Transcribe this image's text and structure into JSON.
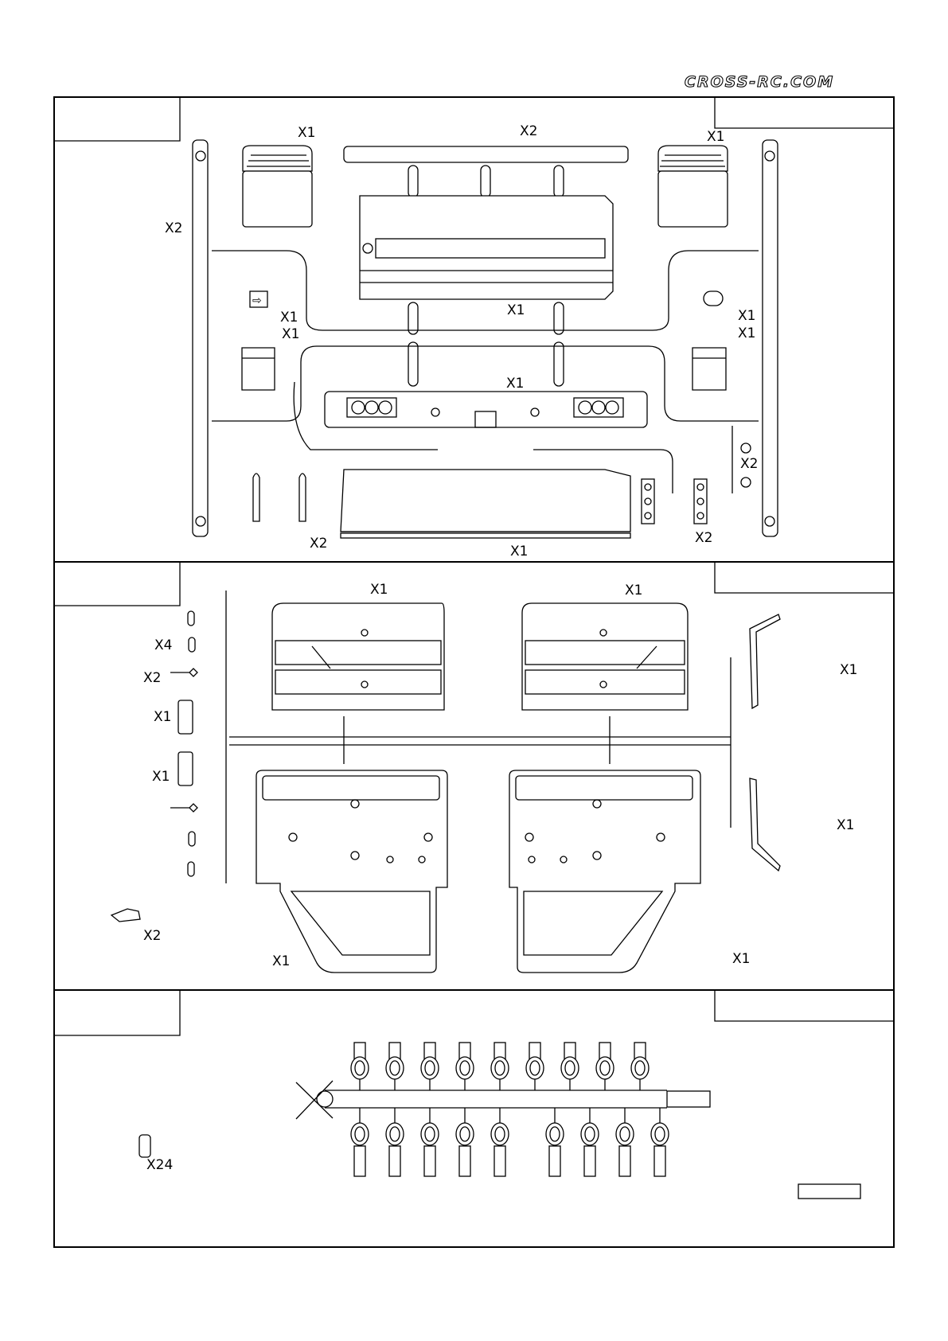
{
  "header": {
    "logo": "CROSS-RC.COM"
  },
  "section1": {
    "qty": {
      "side_rail_left": "X2",
      "light_left": "X1",
      "bar_top": "X2",
      "light_right": "X1",
      "clip_left_a": "X1",
      "clip_left_b": "X1",
      "panel": "X1",
      "clip_right_a": "X1",
      "clip_right_b": "X1",
      "bumper": "X1",
      "nut_right": "X2",
      "hook": "X2",
      "plate": "X1",
      "mount_right": "X2"
    }
  },
  "section2": {
    "qty": {
      "dash_left": "X1",
      "dash_right": "X1",
      "pins": "X4",
      "lever_a": "X2",
      "handle_a": "X1",
      "handle_b": "X1",
      "latch": "X2",
      "trim_top": "X1",
      "trim_bottom": "X1",
      "door_left": "X1",
      "door_right": "X1"
    }
  },
  "section3": {
    "qty": {
      "rod_end": "X24"
    }
  }
}
